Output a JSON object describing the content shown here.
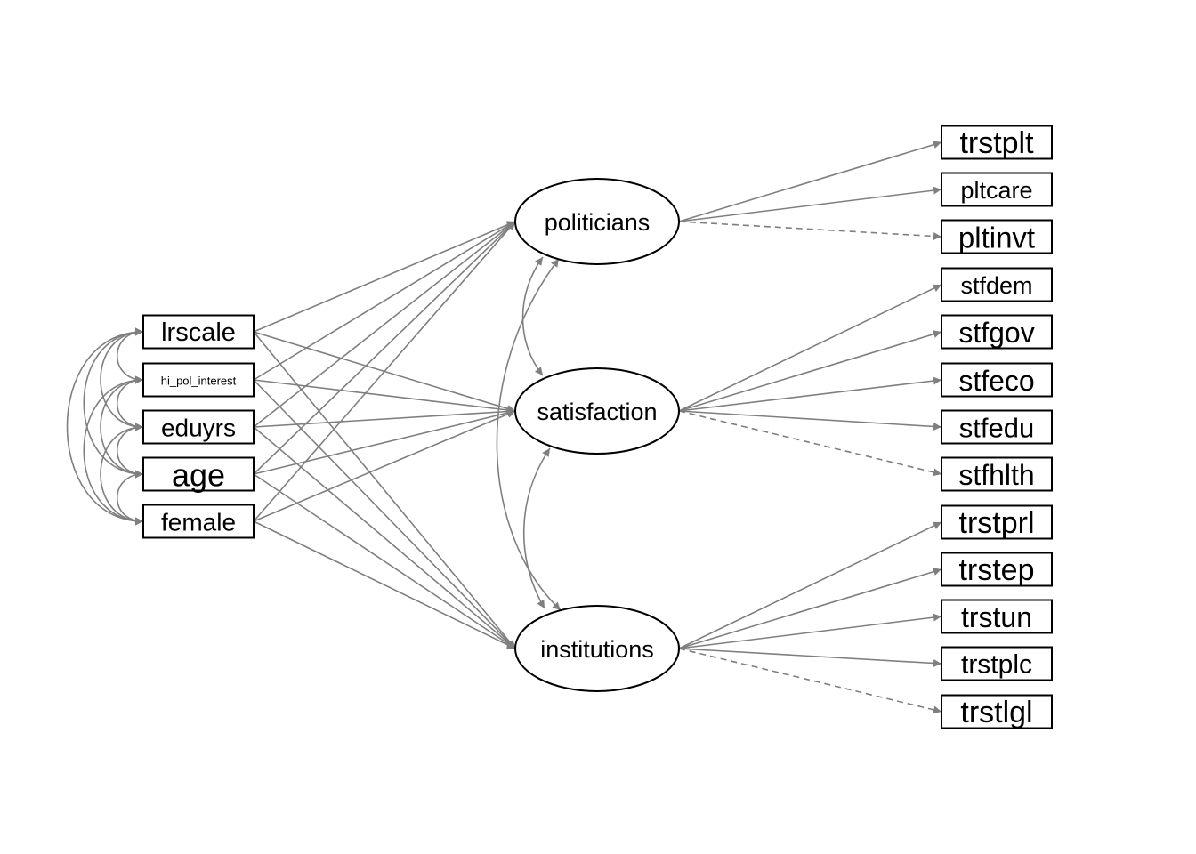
{
  "diagram": {
    "type": "structural-equation-model",
    "edge_color": "#7f7f7f",
    "exogenous": [
      {
        "id": "lrscale",
        "label": "lrscale"
      },
      {
        "id": "hi_pol_interest",
        "label": "hi_pol_interest"
      },
      {
        "id": "eduyrs",
        "label": "eduyrs"
      },
      {
        "id": "age",
        "label": "age"
      },
      {
        "id": "female",
        "label": "female"
      }
    ],
    "latent": [
      {
        "id": "politicians",
        "label": "politicians"
      },
      {
        "id": "satisfaction",
        "label": "satisfaction"
      },
      {
        "id": "institutions",
        "label": "institutions"
      }
    ],
    "indicators": [
      {
        "id": "trstplt",
        "label": "trstplt",
        "factor": "politicians",
        "fixed": false
      },
      {
        "id": "pltcare",
        "label": "pltcare",
        "factor": "politicians",
        "fixed": false
      },
      {
        "id": "pltinvt",
        "label": "pltinvt",
        "factor": "politicians",
        "fixed": true
      },
      {
        "id": "stfdem",
        "label": "stfdem",
        "factor": "satisfaction",
        "fixed": false
      },
      {
        "id": "stfgov",
        "label": "stfgov",
        "factor": "satisfaction",
        "fixed": false
      },
      {
        "id": "stfeco",
        "label": "stfeco",
        "factor": "satisfaction",
        "fixed": false
      },
      {
        "id": "stfedu",
        "label": "stfedu",
        "factor": "satisfaction",
        "fixed": false
      },
      {
        "id": "stfhlth",
        "label": "stfhlth",
        "factor": "satisfaction",
        "fixed": true
      },
      {
        "id": "trstprl",
        "label": "trstprl",
        "factor": "institutions",
        "fixed": false
      },
      {
        "id": "trstep",
        "label": "trstep",
        "factor": "institutions",
        "fixed": false
      },
      {
        "id": "trstun",
        "label": "trstun",
        "factor": "institutions",
        "fixed": false
      },
      {
        "id": "trstplc",
        "label": "trstplc",
        "factor": "institutions",
        "fixed": false
      },
      {
        "id": "trstlgl",
        "label": "trstlgl",
        "factor": "institutions",
        "fixed": true
      }
    ]
  }
}
